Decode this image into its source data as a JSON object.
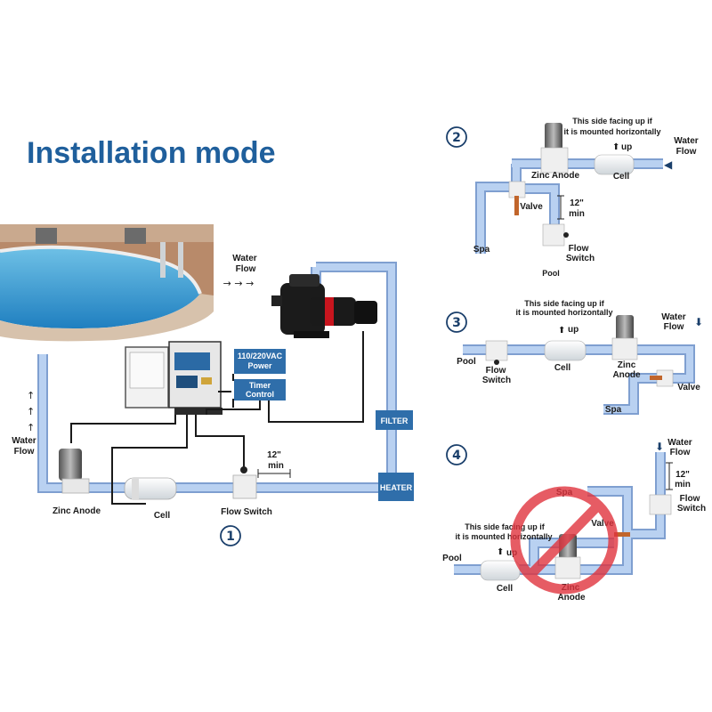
{
  "title": "Installation mode",
  "panel1": {
    "number": "1",
    "water_flow_top": [
      "Water",
      "Flow"
    ],
    "water_flow_left": [
      "Water",
      "Flow"
    ],
    "power_box": [
      "110/220VAC",
      "Power"
    ],
    "timer_box": [
      "Timer",
      "Control"
    ],
    "filter": "FILTER",
    "heater": "HEATER",
    "min_label": [
      "12\"",
      "min"
    ],
    "zinc_anode": "Zinc Anode",
    "cell": "Cell",
    "flow_switch": "Flow Switch"
  },
  "panel2": {
    "number": "2",
    "note": [
      "This side facing up if",
      "it is mounted horizontally"
    ],
    "water_flow": [
      "Water",
      "Flow"
    ],
    "up": "up",
    "zinc_anode": "Zinc Anode",
    "cell": "Cell",
    "valve": "Valve",
    "min_label": [
      "12\"",
      "min"
    ],
    "spa": "Spa",
    "flow_switch": [
      "Flow",
      "Switch"
    ],
    "pool": "Pool"
  },
  "panel3": {
    "number": "3",
    "note": [
      "This side facing up if",
      "it is mounted horizontally"
    ],
    "water_flow": [
      "Water",
      "Flow"
    ],
    "up": "up",
    "pool": "Pool",
    "flow_switch": [
      "Flow",
      "Switch"
    ],
    "cell": "Cell",
    "zinc_anode": [
      "Zinc",
      "Anode"
    ],
    "valve": "Valve",
    "spa": "Spa"
  },
  "panel4": {
    "number": "4",
    "note": [
      "This side facing up if",
      "it is mounted horizontally"
    ],
    "water_flow": [
      "Water",
      "Flow"
    ],
    "up": "up",
    "spa": "Spa",
    "valve": "Valve",
    "min_label": [
      "12\"",
      "min"
    ],
    "flow_switch": [
      "Flow",
      "Switch"
    ],
    "pool": "Pool",
    "cell": "Cell",
    "zinc_anode": [
      "Zinc",
      "Anode"
    ]
  },
  "colors": {
    "title": "#1f5f9c",
    "pipe": "#b9d1f1",
    "pipe_edge": "#7f9fd0",
    "box_fill": "#2f6eaa",
    "prohibited": "#e0343e"
  }
}
